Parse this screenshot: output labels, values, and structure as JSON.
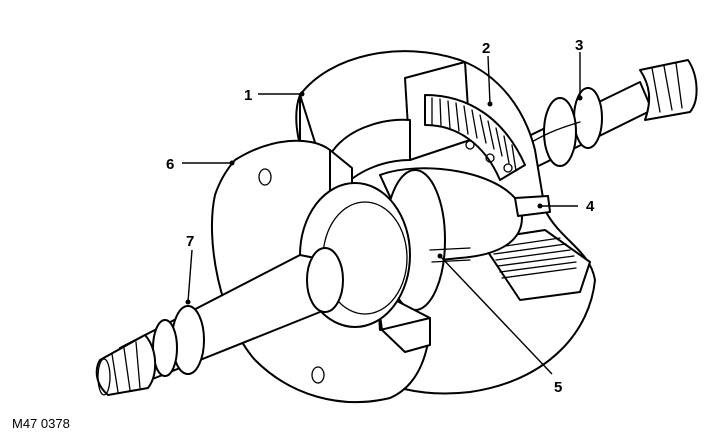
{
  "callouts": [
    {
      "id": "1",
      "text": "1"
    },
    {
      "id": "2",
      "text": "2"
    },
    {
      "id": "3",
      "text": "3"
    },
    {
      "id": "4",
      "text": "4"
    },
    {
      "id": "5",
      "text": "5"
    },
    {
      "id": "6",
      "text": "6"
    },
    {
      "id": "7",
      "text": "7"
    }
  ],
  "reference_code": "M47 0378",
  "colors": {
    "line": "#000000",
    "background": "#ffffff"
  }
}
